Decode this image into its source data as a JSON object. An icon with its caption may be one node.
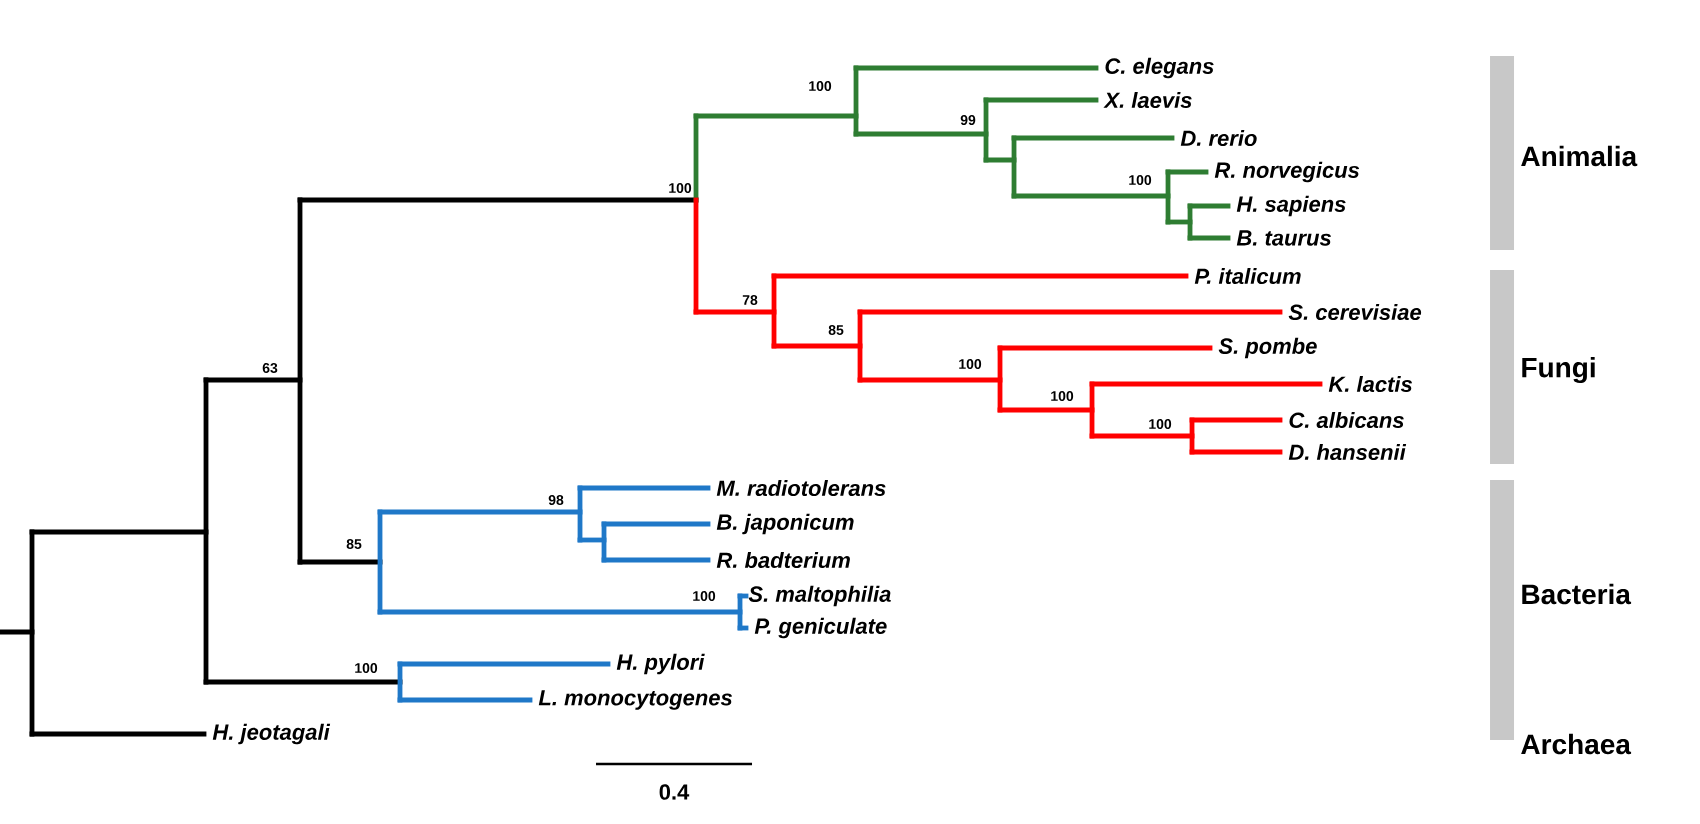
{
  "diagram": {
    "labels": [
      "C. elegans",
      "X. laevis",
      "D. rerio",
      "R. norvegicus",
      "H. sapiens",
      "B. taurus",
      "P. italicum",
      "S. cerevisiae",
      "S. pombe",
      "K. lactis",
      "C. albicans",
      "D. hansenii",
      "M. radiotolerans",
      "B. japonicum",
      "R. badterium",
      "S. maltophilia",
      "P. geniculate",
      "H. pylori",
      "L. monocytogenes",
      "H. jeotagali",
      "Animalia",
      "Fungi",
      "Bacteria",
      "Archaea",
      "100",
      "99",
      "100",
      "100",
      "78",
      "85",
      "100",
      "100",
      "100",
      "63",
      "98",
      "85",
      "100",
      "100",
      "0.4"
    ]
  }
}
